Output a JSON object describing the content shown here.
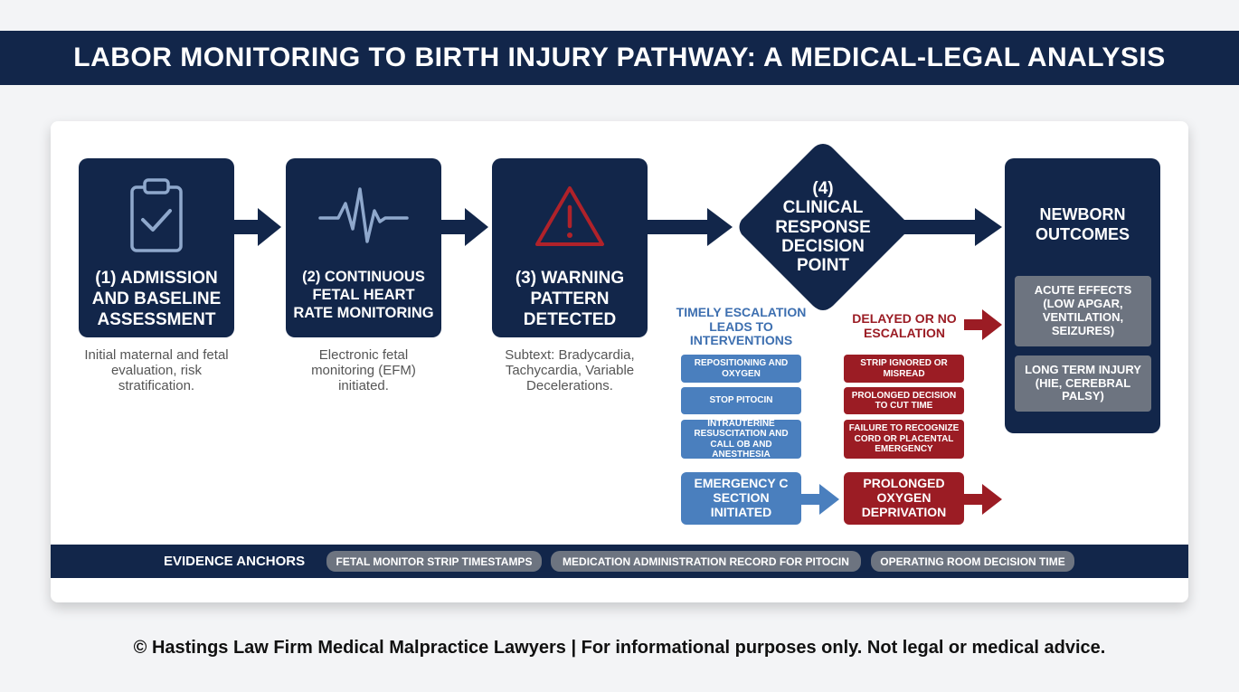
{
  "title": "LABOR MONITORING TO BIRTH INJURY PATHWAY: A MEDICAL-LEGAL ANALYSIS",
  "steps": [
    {
      "label": "(1) ADMISSION AND BASELINE ASSESSMENT",
      "icon": "clipboard-check-icon",
      "description": "Initial maternal and fetal evaluation, risk stratification."
    },
    {
      "label": "(2) CONTINUOUS FETAL HEART RATE MONITORING",
      "icon": "heartbeat-icon",
      "description": "Electronic fetal monitoring (EFM) initiated."
    },
    {
      "label": "(3) WARNING PATTERN DETECTED",
      "icon": "warning-triangle-icon",
      "description": "Subtext: Bradycardia, Tachycardia, Variable Decelerations."
    }
  ],
  "decision": {
    "label": "(4) CLINICAL RESPONSE DECISION POINT"
  },
  "timely_branch": {
    "title": "TIMELY ESCALATION LEADS TO INTERVENTIONS",
    "items": [
      "REPOSITIONING AND OXYGEN",
      "STOP PITOCIN",
      "INTRAUTERINE RESUSCITATION AND CALL OB AND ANESTHESIA"
    ],
    "result": "EMERGENCY C SECTION INITIATED"
  },
  "delayed_branch": {
    "title": "DELAYED OR NO ESCALATION",
    "items": [
      "STRIP IGNORED OR MISREAD",
      "PROLONGED DECISION TO CUT TIME",
      "FAILURE TO RECOGNIZE CORD OR PLACENTAL EMERGENCY"
    ],
    "result": "PROLONGED OXYGEN DEPRIVATION"
  },
  "outcomes": {
    "title": "NEWBORN OUTCOMES",
    "items": [
      "ACUTE EFFECTS (LOW APGAR, VENTILATION, SEIZURES)",
      "LONG TERM INJURY (HIE, CEREBRAL PALSY)"
    ]
  },
  "evidence": {
    "label": "EVIDENCE ANCHORS",
    "items": [
      "FETAL MONITOR STRIP TIMESTAMPS",
      "MEDICATION ADMINISTRATION RECORD FOR PITOCIN",
      "OPERATING ROOM DECISION TIME"
    ]
  },
  "footer": "© Hastings Law Firm Medical Malpractice Lawyers | For informational purposes only. Not legal or medical advice.",
  "colors": {
    "navy": "#12264a",
    "blue": "#4a7fbe",
    "red": "#9b1c24",
    "gray": "#6d7480",
    "warning": "#b0222a"
  }
}
